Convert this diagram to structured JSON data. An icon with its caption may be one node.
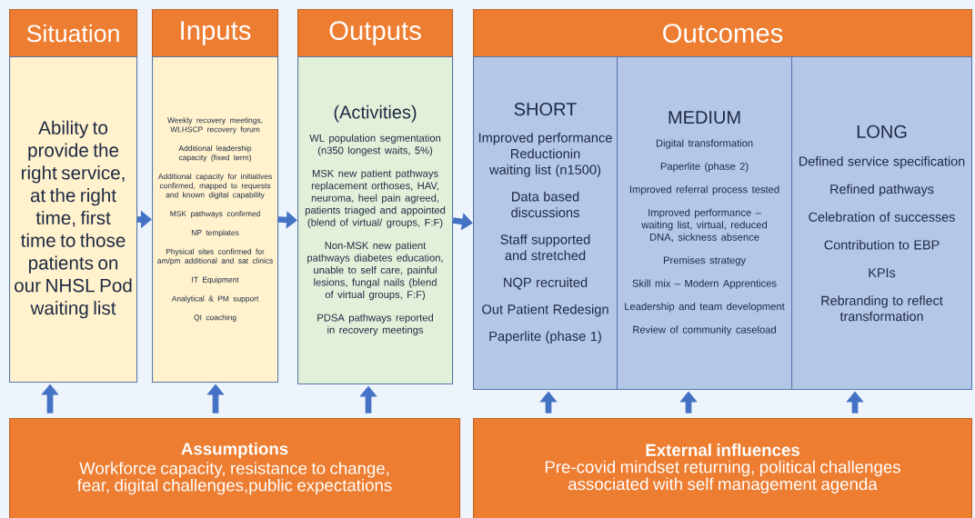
{
  "diagram": {
    "nodes": [
      {
        "text": [
          "Situation"
        ]
      },
      {
        "text": [
          "Ability to provide the right service, at the right time, first time to those patients on our NHSL Pod waiting list"
        ]
      },
      {
        "text": [
          "Inputs"
        ]
      },
      {
        "text": [
          "Weekly recovery meetings, WLHSCP recovery forum",
          "Additional leadership capacity (fixed term)",
          "Additional capacity for initiatives confirmed, mapped to requests and known digital capability",
          "MSK pathways confirmed",
          "NP templates",
          "Physical sites confirmed for am/pm additional and sat clinics",
          "IT Equipment",
          "Analytical & PM support",
          "QI coaching"
        ]
      },
      {
        "text": [
          "Outputs"
        ]
      },
      {
        "text": [
          "(Activities)",
          "WL population segmentation (n350 longest waits, 5%)",
          "MSK new patient pathways replacement orthoses, HAV, neuroma, heel pain agreed, patients triaged and appointed (blend of virtual/ groups, F:F)",
          "Non-MSK new patient pathways diabetes education, unable to self care, painful lesions, fungal nails (blend of virtual groups, F:F)",
          "PDSA pathways reported in recovery meetings"
        ]
      },
      {
        "text": [
          "Outcomes"
        ]
      },
      {
        "text": [
          "SHORT",
          "Improved performance Reductionin waiting list (n1500)",
          "Data based discussions",
          "Staff supported and stretched",
          "NQP recruited",
          "Out Patient Redesign",
          "Paperlite (phase 1)"
        ]
      },
      {
        "text": [
          "MEDIUM",
          "Digital transformation",
          "Paperlite (phase 2)",
          "Improved referral process tested",
          "Improved performance – waiting list, virtual, reduced DNA, sickness absence",
          "Premises strategy",
          "Skill mix – Modern Apprentices",
          "Leadership and team development",
          "Review of community caseload"
        ]
      },
      {
        "text": [
          "LONG",
          "Defined service specification",
          "Refined pathways",
          "Celebration of successes",
          "Contribution to EBP",
          "KPIs",
          "Rebranding to reflect transformation"
        ]
      },
      {
        "text": [
          "Assumptions",
          "Workforce capacity, resistance to change, fear, digital challenges,public expectations"
        ]
      },
      {
        "text": [
          "External influences",
          "Pre-covid mindset returning, political challenges associated with self management agenda"
        ]
      }
    ],
    "edges": [
      {
        "from": 1,
        "to": 3,
        "arrow": "to"
      },
      {
        "from": 3,
        "to": 5,
        "arrow": "to"
      },
      {
        "from": 5,
        "to": 7,
        "arrow": "to"
      },
      {
        "from": 10,
        "to": 1,
        "arrow": "to"
      },
      {
        "from": 10,
        "to": 3,
        "arrow": "to"
      },
      {
        "from": 10,
        "to": 5,
        "arrow": "to"
      },
      {
        "from": 11,
        "to": 7,
        "arrow": "to"
      },
      {
        "from": 11,
        "to": 8,
        "arrow": "to"
      },
      {
        "from": 11,
        "to": 9,
        "arrow": "to"
      }
    ]
  }
}
